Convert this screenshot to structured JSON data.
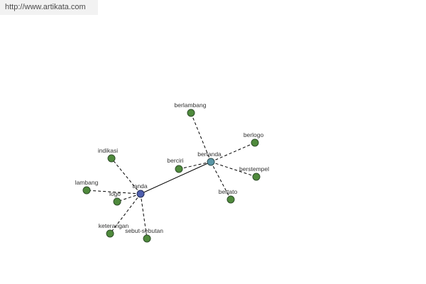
{
  "watermark": {
    "url_text": "http://www.artikata.com"
  },
  "graph": {
    "colors": {
      "leaf": "#4f8a3c",
      "node_stroke": "#2f4f2a",
      "hub_tanda": "#4e5fae",
      "hub_bertanda": "#5a96a6",
      "edge": "#000000"
    },
    "nodes": {
      "tanda": "tanda",
      "bertanda": "bertanda",
      "indikasi": "indikasi",
      "lambang": "lambang",
      "logo": "logo",
      "keterangan": "keterangan",
      "sebut_sebutan": "sebut-sebutan",
      "berciri": "berciri",
      "berlambang": "berlambang",
      "berlogo": "berlogo",
      "berstempel": "berstempel",
      "bertato": "bertato"
    }
  }
}
